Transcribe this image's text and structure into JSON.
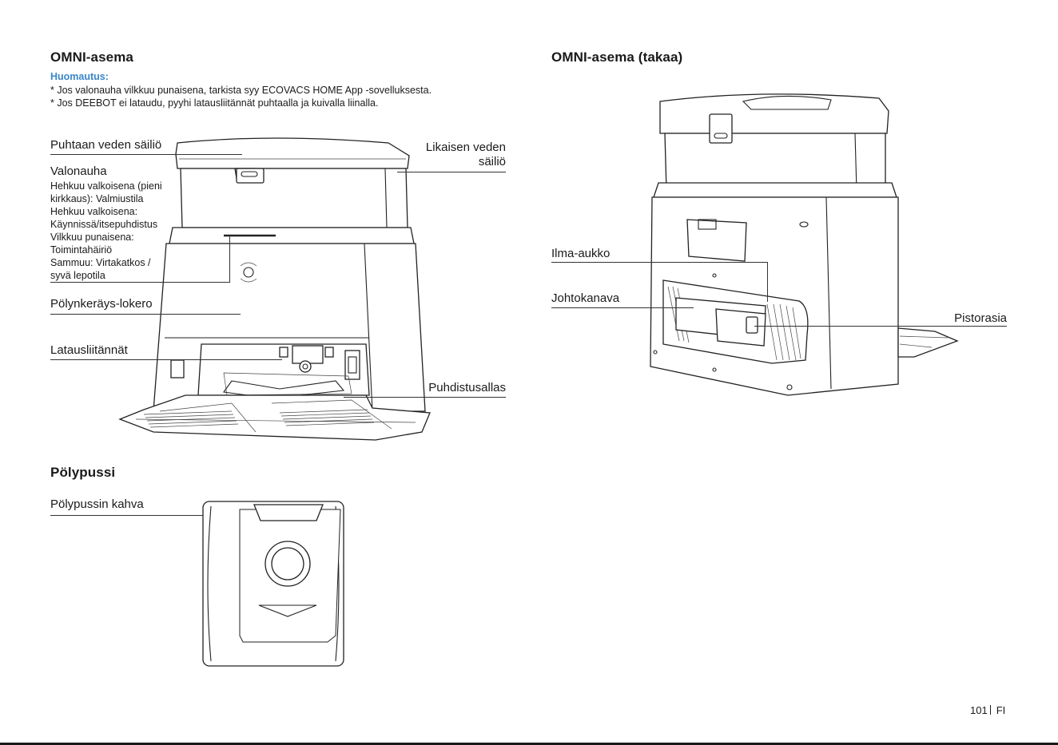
{
  "front": {
    "title": "OMNI-asema",
    "note_title": "Huomautus:",
    "notes": [
      "* Jos valonauha vilkkuu punaisena, tarkista syy ECOVACS HOME App -sovelluksesta.",
      "* Jos DEEBOT ei lataudu, pyyhi latausliitännät puhtaalla ja kuivalla liinalla."
    ],
    "labels": {
      "clean_tank": "Puhtaan veden säiliö",
      "light_bar": "Valonauha",
      "light_states": [
        "Hehkuu valkoisena (pieni",
        "kirkkaus): Valmiustila",
        "Hehkuu valkoisena:",
        "Käynnissä/itsepuhdistus",
        "Vilkkuu punaisena:",
        "Toimintahäiriö",
        "Sammuu: Virtakatkos /",
        "syvä lepotila"
      ],
      "dust_compartment": "Pölynkeräys-lokero",
      "charging_contacts": "Latausliitännät",
      "dirty_tank_1": "Likaisen veden",
      "dirty_tank_2": "säiliö",
      "wash_tray": "Puhdistusallas"
    }
  },
  "back": {
    "title": "OMNI-asema (takaa)",
    "labels": {
      "air_vent": "Ilma-aukko",
      "cable_channel": "Johtokanava",
      "socket": "Pistorasia"
    }
  },
  "dustbag": {
    "title": "Pölypussi",
    "handle": "Pölypussin kahva"
  },
  "footer": {
    "page": "101",
    "lang": "FI"
  }
}
